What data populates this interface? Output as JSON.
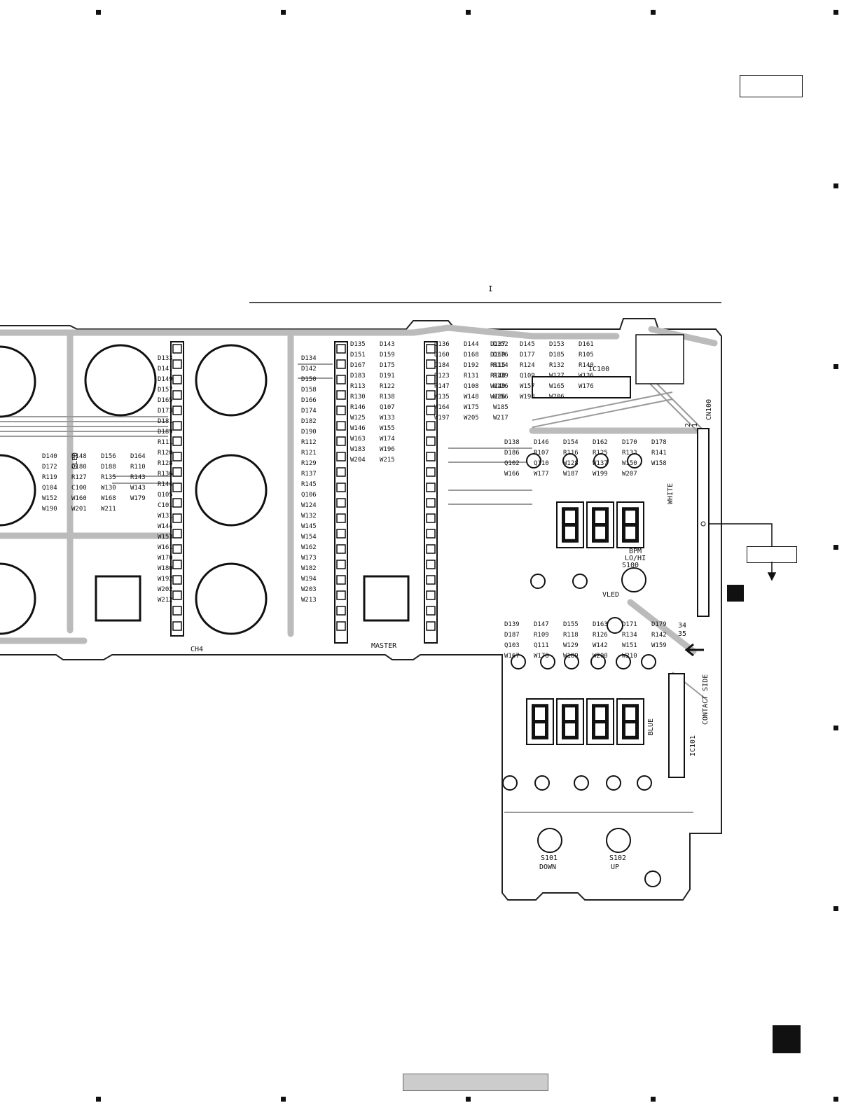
{
  "board": {
    "labels": {
      "ch4": "CH4",
      "master": "MASTER",
      "ic100": "IC100",
      "ic101": "IC101",
      "cn100": "CN100",
      "contact_side": "CONTACT SIDE",
      "s100": "S100",
      "s101": "S101",
      "s102": "S102",
      "down": "DOWN",
      "up": "UP",
      "vled": "VLED",
      "bpm": "BPM",
      "lohi": "LO/HI",
      "gled": "GLED",
      "pin34": "34",
      "pin35": "35",
      "pin2": "2",
      "pin1": "1",
      "blue": "BLUE",
      "white": "WHITE",
      "section_mark": "I"
    },
    "components": [
      "D133",
      "D134",
      "D135",
      "D136",
      "D137",
      "D138",
      "D139",
      "D140",
      "D141",
      "D142",
      "D143",
      "D144",
      "D145",
      "D146",
      "D147",
      "D148",
      "D149",
      "D150",
      "D151",
      "D152",
      "D153",
      "D154",
      "D155",
      "D156",
      "D157",
      "D158",
      "D159",
      "D160",
      "D161",
      "D162",
      "D163",
      "D164",
      "D165",
      "D166",
      "D167",
      "D168",
      "D169",
      "D170",
      "D171",
      "D172",
      "D173",
      "D174",
      "D175",
      "D176",
      "D177",
      "D178",
      "D179",
      "D180",
      "D181",
      "D182",
      "D183",
      "D184",
      "D185",
      "D186",
      "D187",
      "D188",
      "D189",
      "D190",
      "D191",
      "D192",
      "R105",
      "R107",
      "R109",
      "R110",
      "R111",
      "R112",
      "R113",
      "R114",
      "R115",
      "R116",
      "R118",
      "R119",
      "R120",
      "R121",
      "R122",
      "R123",
      "R124",
      "R125",
      "R126",
      "R127",
      "R128",
      "R129",
      "R130",
      "R131",
      "R132",
      "R133",
      "R134",
      "R135",
      "R136",
      "R137",
      "R138",
      "R139",
      "R140",
      "R141",
      "R142",
      "R143",
      "R144",
      "R145",
      "R146",
      "R147",
      "R148",
      "Q102",
      "Q103",
      "Q104",
      "Q105",
      "Q106",
      "Q107",
      "Q108",
      "Q109",
      "Q110",
      "Q111",
      "C100",
      "C101",
      "W124",
      "W125",
      "W126",
      "W127",
      "W128",
      "W129",
      "W130",
      "W131",
      "W132",
      "W133",
      "W135",
      "W136",
      "W137",
      "W142",
      "W143",
      "W144",
      "W145",
      "W146",
      "W148",
      "W149",
      "W150",
      "W151",
      "W152",
      "W153",
      "W154",
      "W155",
      "W156",
      "W157",
      "W158",
      "W159",
      "W160",
      "W161",
      "W162",
      "W163",
      "W164",
      "W165",
      "W166",
      "W167",
      "W168",
      "W170",
      "W173",
      "W174",
      "W175",
      "W176",
      "W177",
      "W178",
      "W179",
      "W180",
      "W182",
      "W183",
      "W185",
      "W186",
      "W187",
      "W189",
      "W190",
      "W192",
      "W194",
      "W196",
      "W197",
      "W198",
      "W199",
      "W200",
      "W201",
      "W202",
      "W203",
      "W204",
      "W205",
      "W206",
      "W207",
      "W210",
      "W211",
      "W212",
      "W213",
      "W215",
      "W217"
    ]
  }
}
